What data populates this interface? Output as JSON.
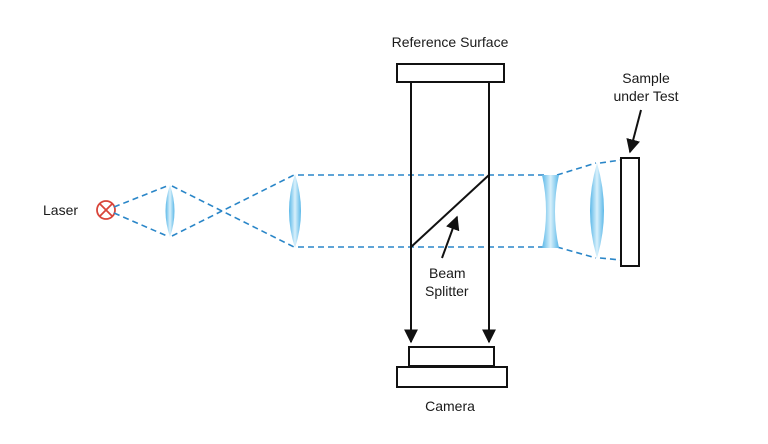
{
  "labels": {
    "laser": "Laser",
    "reference_surface": "Reference Surface",
    "sample_line1": "Sample",
    "sample_line2": "under Test",
    "beam_line1": "Beam",
    "beam_line2": "Splitter",
    "camera": "Camera"
  },
  "colors": {
    "beam": "#2a86c8",
    "lens_edge": "#5bb8e8",
    "lens_center": "#d8f0fb",
    "laser_symbol": "#d9453a",
    "ink": "#111111"
  },
  "icons": {
    "laser": "laser-source-icon",
    "lens": "lens-icon"
  }
}
